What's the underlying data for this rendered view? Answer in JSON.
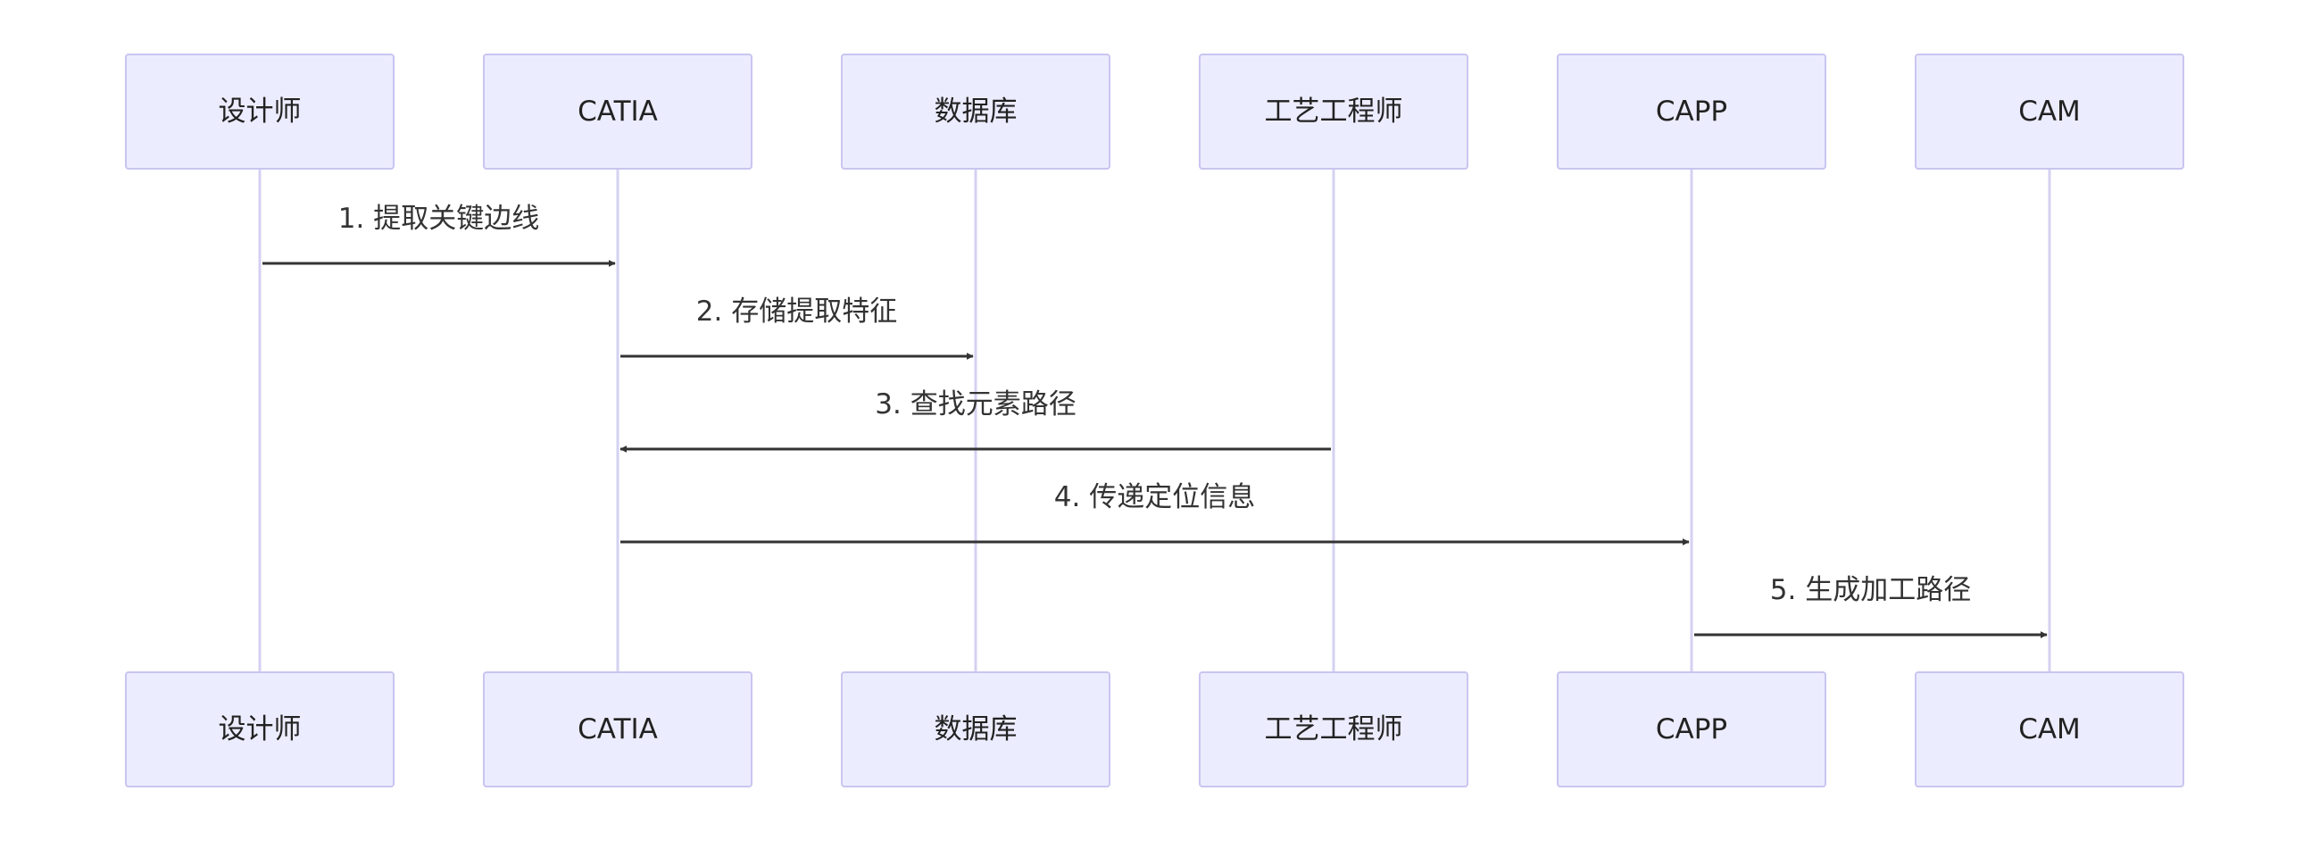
{
  "actors": [
    {
      "id": "designer",
      "label": "设计师"
    },
    {
      "id": "catia",
      "label": "CATIA"
    },
    {
      "id": "database",
      "label": "数据库"
    },
    {
      "id": "process-engineer",
      "label": "工艺工程师"
    },
    {
      "id": "capp",
      "label": "CAPP"
    },
    {
      "id": "cam",
      "label": "CAM"
    }
  ],
  "messages": [
    {
      "from": 0,
      "to": 1,
      "label": "1. 提取关键边线"
    },
    {
      "from": 1,
      "to": 2,
      "label": "2. 存储提取特征"
    },
    {
      "from": 3,
      "to": 1,
      "label": "3. 查找元素路径"
    },
    {
      "from": 1,
      "to": 4,
      "label": "4. 传递定位信息"
    },
    {
      "from": 4,
      "to": 5,
      "label": "5. 生成加工路径"
    }
  ],
  "colors": {
    "actor_fill": "#ECECFF",
    "actor_stroke": "#C9C5F0",
    "lifeline": "#D4D1F2",
    "arrow": "#333333",
    "text": "#222222"
  }
}
